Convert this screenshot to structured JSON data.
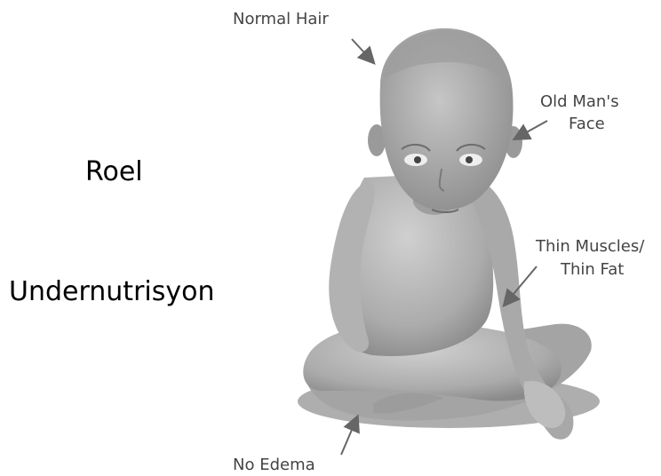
{
  "headings": {
    "title": "Roel",
    "subtitle": "Undernutrisyon"
  },
  "annotations": {
    "hair": "Normal Hair",
    "face_line1": "Old Man's",
    "face_line2": "Face",
    "muscle_line1": "Thin Muscles/",
    "muscle_line2": "Thin Fat",
    "edema": "No Edema"
  },
  "colors": {
    "figure_light": "#c9c9c9",
    "figure_mid": "#a9a9a9",
    "figure_dark": "#7d7d7d",
    "arrow": "#666666"
  }
}
